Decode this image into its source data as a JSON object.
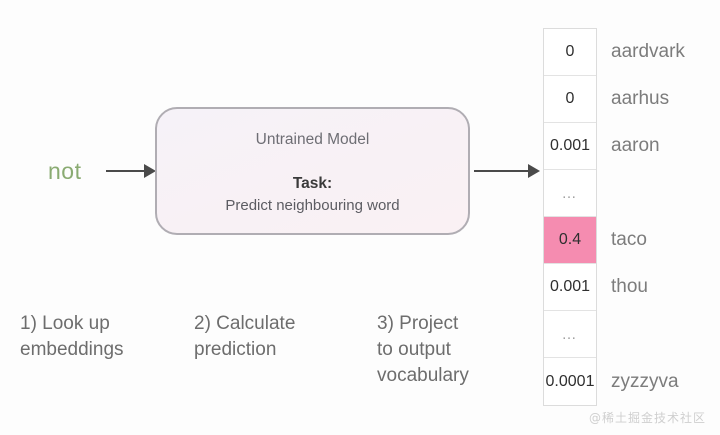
{
  "diagram": {
    "input_word": "not",
    "arrow_in": "arrow-right",
    "arrow_out": "arrow-right",
    "model": {
      "title": "Untrained Model",
      "task_label": "Task:",
      "task_description": "Predict neighbouring word"
    },
    "steps": [
      "1) Look up\nembeddings",
      "2) Calculate\nprediction",
      "3) Project\nto output\nvocabulary"
    ],
    "output_vocabulary": {
      "rows": [
        {
          "value": "0",
          "word": "aardvark",
          "highlighted": false,
          "ellipsis": false
        },
        {
          "value": "0",
          "word": "aarhus",
          "highlighted": false,
          "ellipsis": false
        },
        {
          "value": "0.001",
          "word": "aaron",
          "highlighted": false,
          "ellipsis": false
        },
        {
          "value": "…",
          "word": "",
          "highlighted": false,
          "ellipsis": true
        },
        {
          "value": "0.4",
          "word": "taco",
          "highlighted": true,
          "ellipsis": false
        },
        {
          "value": "0.001",
          "word": "thou",
          "highlighted": false,
          "ellipsis": false
        },
        {
          "value": "…",
          "word": "",
          "highlighted": false,
          "ellipsis": true
        },
        {
          "value": "0.0001",
          "word": "zyzzyva",
          "highlighted": false,
          "ellipsis": false
        }
      ]
    },
    "colors": {
      "highlight": "#f58cb0",
      "input_word": "#8aab72",
      "box_border": "#b0adb3",
      "arrow": "#4a4a4a"
    },
    "watermark": "@稀土掘金技术社区"
  }
}
